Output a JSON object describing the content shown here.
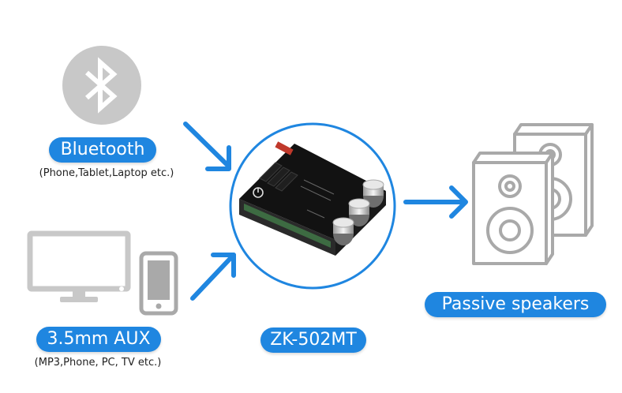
{
  "colors": {
    "accent": "#1f86e0",
    "icon_gray": "#c8c8c8",
    "speaker_gray": "#a9a9a9"
  },
  "icons": {
    "bluetooth": "bluetooth-icon",
    "monitor": "monitor-icon",
    "phone": "phone-icon",
    "board": "amplifier-board-image",
    "speakers": "speakers-icon"
  },
  "labels": {
    "bluetooth_title": "Bluetooth",
    "bluetooth_sub": "(Phone,Tablet,Laptop etc.)",
    "aux_title": "3.5mm AUX",
    "aux_sub": "(MP3,Phone, PC, TV etc.)",
    "board_title": "ZK-502MT",
    "speakers_title": "Passive speakers"
  }
}
